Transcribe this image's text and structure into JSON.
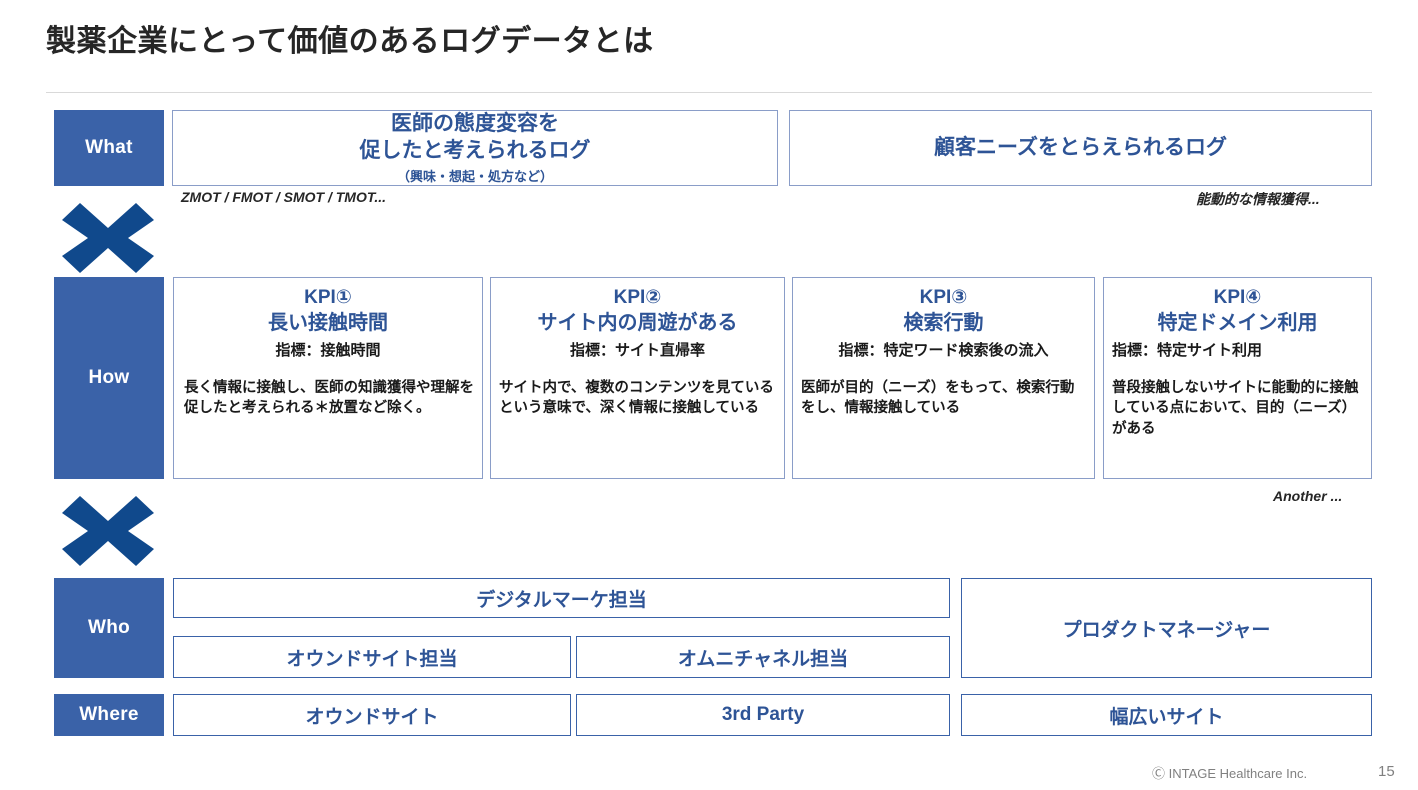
{
  "slide": {
    "title": "製薬企業にとって価値のあるログデータとは",
    "page_number": "15",
    "credit": "Ⓒ INTAGE Healthcare Inc.",
    "accent_label_color": "#3A62A8",
    "accent_text_color": "#2E5496",
    "cross_color": "#10498C",
    "border_color": "#8A9DC8"
  },
  "rows": {
    "what": {
      "label": "What",
      "boxes": [
        {
          "line1": "医師の態度変容を",
          "line2": "促したと考えられるログ",
          "sub": "（興味・想起・処方など）"
        },
        {
          "line1": "顧客ニーズをとらえられるログ",
          "line2": "",
          "sub": ""
        }
      ],
      "annotations": [
        "ZMOT / FMOT / SMOT / TMOT...",
        "能動的な情報獲得..."
      ]
    },
    "how": {
      "label": "How",
      "annotation": "Another ...",
      "cards": [
        {
          "title": "KPI①",
          "headline": "長い接触時間",
          "metric": "指標：接触時間",
          "desc": "長く情報に接触し、医師の知識獲得や理解を促したと考えられる＊放置など除く。"
        },
        {
          "title": "KPI②",
          "headline": "サイト内の周遊がある",
          "metric": "指標：サイト直帰率",
          "desc": "サイト内で、複数のコンテンツを見ているという意味で、深く情報に接触している"
        },
        {
          "title": "KPI③",
          "headline": "検索行動",
          "metric": "指標：特定ワード検索後の流入",
          "desc": "医師が目的（ニーズ）をもって、検索行動をし、情報接触している"
        },
        {
          "title": "KPI④",
          "headline": "特定ドメイン利用",
          "metric": "指標：特定サイト利用",
          "desc": "普段接触しないサイトに能動的に接触している点において、目的（ニーズ）がある"
        }
      ]
    },
    "who": {
      "label": "Who",
      "boxes": [
        "デジタルマーケ担当",
        "オウンドサイト担当",
        "オムニチャネル担当",
        "プロダクトマネージャー"
      ]
    },
    "where": {
      "label": "Where",
      "boxes": [
        "オウンドサイト",
        "3rd Party",
        "幅広いサイト"
      ]
    }
  }
}
